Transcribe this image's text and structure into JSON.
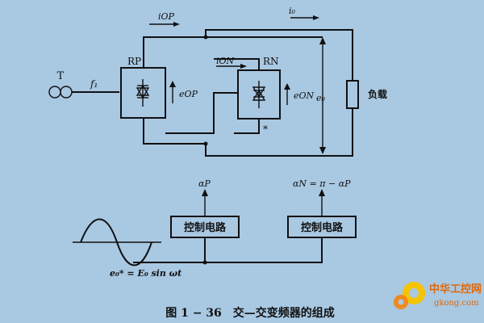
{
  "labels": {
    "transformer": "T",
    "source_freq": "f₁",
    "i_op": "iOP",
    "i_o": "i₀",
    "i_on": "iON",
    "rp": "RP",
    "rn": "RN",
    "e_op": "eOP",
    "e_on": "eON",
    "e_0": "e₀",
    "load": "负载",
    "star": "*",
    "alpha_p": "αP",
    "alpha_n": "αN = π − αP",
    "control_left": "控制电路",
    "control_right": "控制电路",
    "reference": "e₀* = E₀ sin ωt",
    "caption": "图 1 − 36　交—交变频器的组成"
  },
  "watermark": {
    "name": "中华工控网",
    "url": "gkong.com"
  },
  "colors": {
    "background": "#a9c8e2",
    "ink": "#111111",
    "watermark_orange": "#f08a1c",
    "watermark_yellow": "#f5c400"
  }
}
